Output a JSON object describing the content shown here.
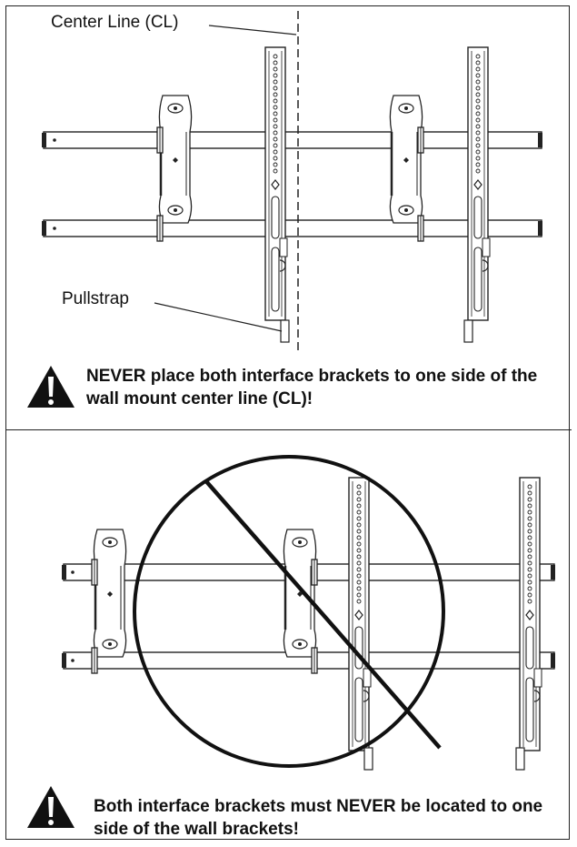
{
  "labels": {
    "center_line": "Center Line (CL)",
    "pullstrap": "Pullstrap"
  },
  "warnings": {
    "first": "NEVER place both interface brackets to one side of the wall mount center line (CL)!",
    "second": "Both interface brackets must NEVER be located to one side of the wall brackets!"
  },
  "icons": {
    "warning": "warning-triangle-exclamation-icon",
    "prohibition": "prohibition-circle-slash-icon"
  },
  "colors": {
    "line": "#222222",
    "background": "#ffffff"
  }
}
